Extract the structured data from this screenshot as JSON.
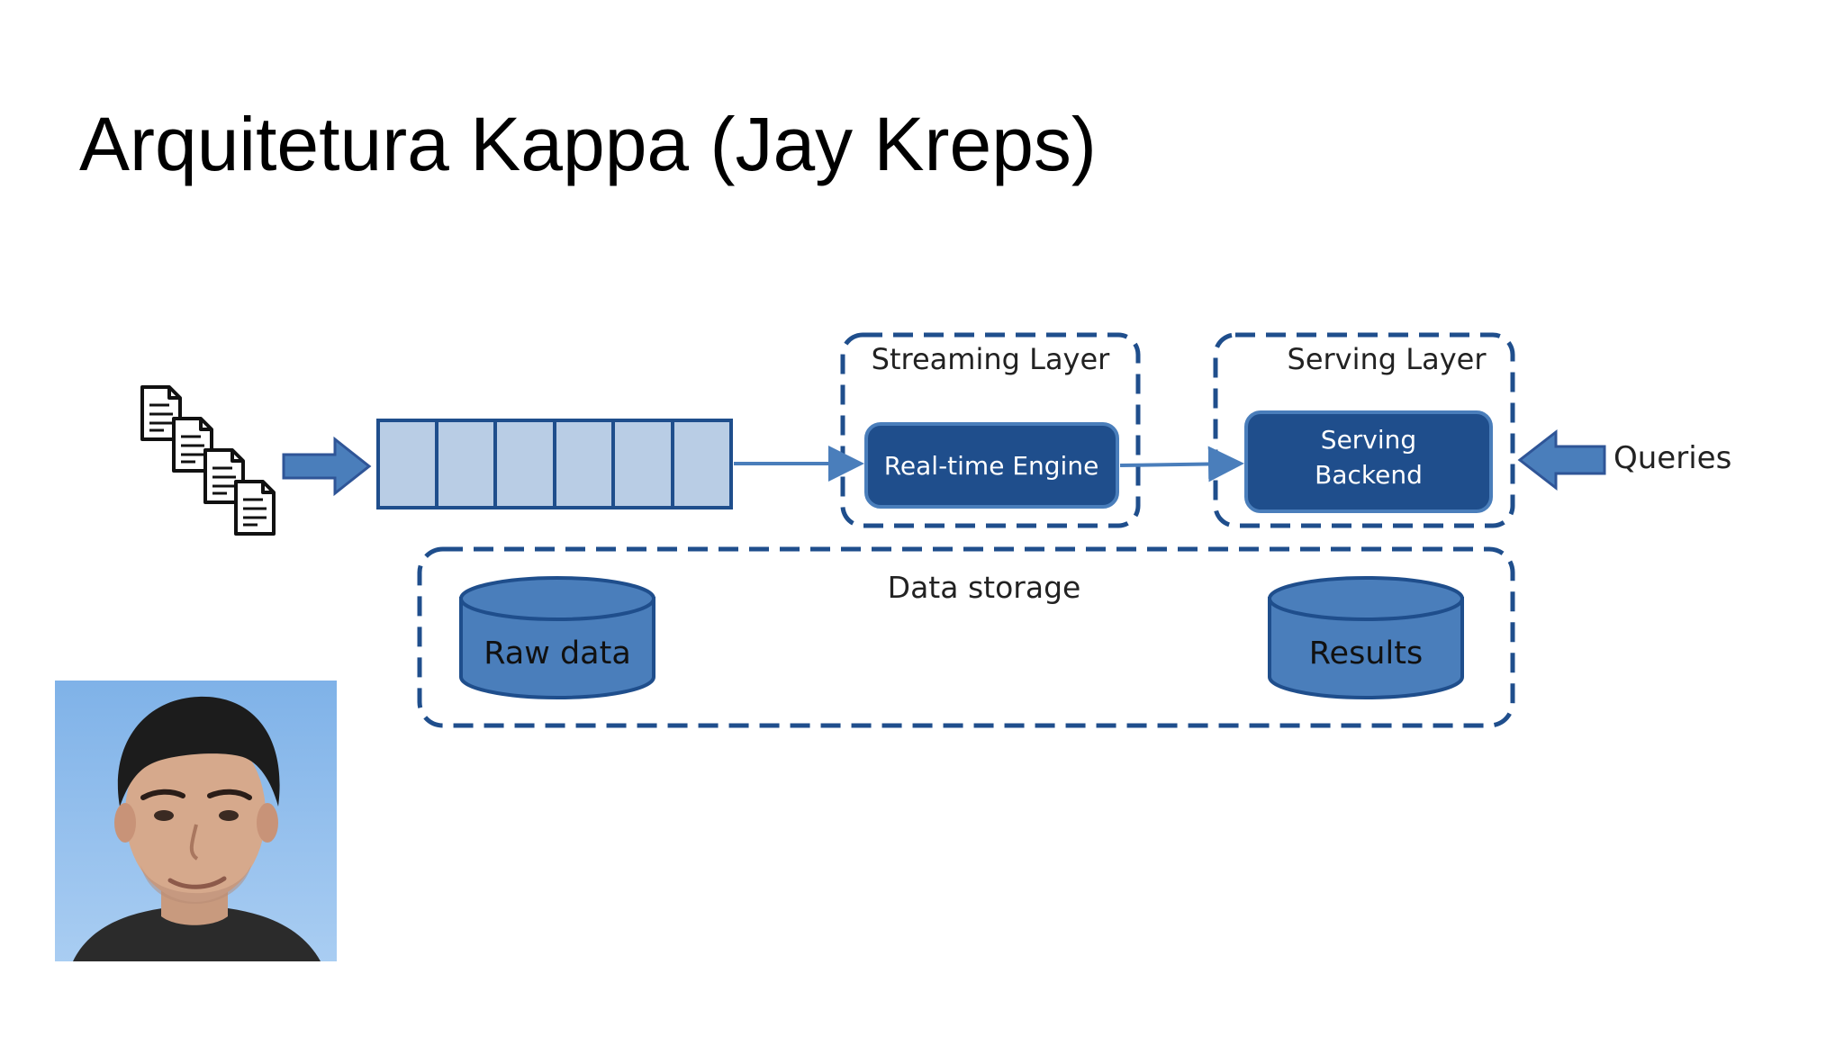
{
  "slide": {
    "title": "Arquitetura Kappa (Jay Kreps)"
  },
  "diagram": {
    "streaming_layer_label": "Streaming Layer",
    "serving_layer_label": "Serving Layer",
    "realtime_engine_label": "Real-time Engine",
    "serving_backend_label_line1": "Serving",
    "serving_backend_label_line2": "Backend",
    "queries_label": "Queries",
    "data_storage_label": "Data storage",
    "raw_data_label": "Raw data",
    "results_label": "Results",
    "colors": {
      "dark_blue": "#1f4e8c",
      "medium_blue": "#4a7ebb",
      "light_blue": "#b9cde5",
      "outline_blue": "#2f5597"
    }
  }
}
